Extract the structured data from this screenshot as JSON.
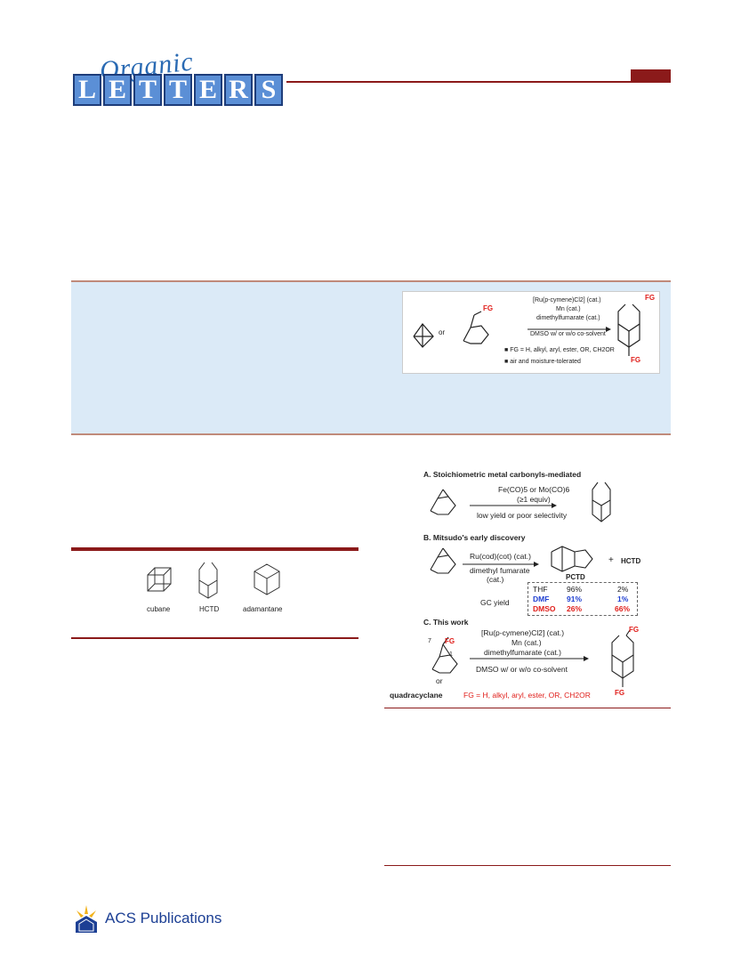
{
  "header": {
    "logo_script": "Organic",
    "logo_letters": [
      "L",
      "E",
      "T",
      "T",
      "E",
      "R",
      "S"
    ]
  },
  "toc_graphic": {
    "or_label": "or",
    "fg_label": "FG",
    "catalyst": "[Ru(p-cymene)Cl2] (cat.)",
    "mn": "Mn (cat.)",
    "ligand": "dimethylfumarate (cat.)",
    "solvent": "DMSO w/ or w/o co-solvent",
    "bullet1": "FG = H, alkyl, aryl, ester, OR, CH2OR",
    "bullet2": "air and moisture-tolerated",
    "product_fg_top": "FG",
    "product_fg_bottom": "FG"
  },
  "figure1": {
    "labels": [
      "cubane",
      "HCTD",
      "adamantane"
    ]
  },
  "scheme": {
    "a_title": "A. Stoichiometric metal carbonyls-mediated",
    "a_reagent1": "Fe(CO)5 or Mo(CO)6",
    "a_reagent2": "(≥1 equiv)",
    "a_note": "low yield or poor selectivity",
    "b_title": "B. Mitsudo's early discovery",
    "b_reagent1": "Ru(cod)(cot) (cat.)",
    "b_reagent2": "dimethyl fumarate",
    "b_reagent3": "(cat.)",
    "b_pctd": "PCTD",
    "b_plus": "+",
    "b_hctd": "HCTD",
    "b_gc_label": "GC yield",
    "b_rows": [
      {
        "solvent": "THF",
        "pctd": "96%",
        "hctd": "2%",
        "color": "#222222"
      },
      {
        "solvent": "DMF",
        "pctd": "91%",
        "hctd": "1%",
        "color": "#1f3fd1"
      },
      {
        "solvent": "DMSO",
        "pctd": "26%",
        "hctd": "66%",
        "color": "#e0201c"
      }
    ],
    "c_title": "C. This work",
    "c_fg": "FG",
    "c_q1": "7",
    "c_q2": "1",
    "c_or": "or",
    "c_quadracyclane": "quadracyclane",
    "c_catalyst": "[Ru(p-cymene)Cl2] (cat.)",
    "c_mn": "Mn (cat.)",
    "c_ligand": "dimethylfumarate (cat.)",
    "c_solvent": "DMSO w/ or w/o co-solvent",
    "c_fg_note": "FG = H, alkyl, aryl, ester, OR, CH2OR",
    "c_product_fg_top": "FG",
    "c_product_fg_bottom": "FG"
  },
  "footer": {
    "publisher": "ACS Publications"
  },
  "colors": {
    "accent": "#8b1a1a",
    "panel": "#dbeaf7",
    "fg_red": "#e0201c",
    "fg_blue": "#1f3fd1"
  }
}
